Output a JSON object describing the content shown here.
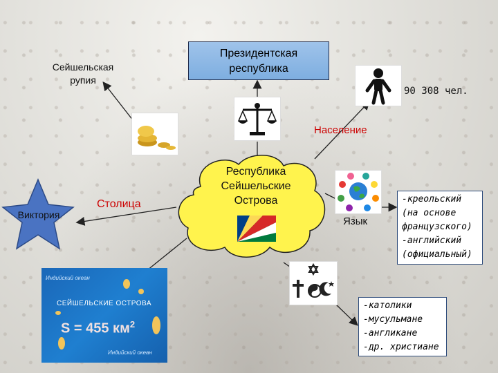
{
  "nodes": {
    "currency": "Сейшельская рупия",
    "government": "Президентская республика",
    "population_count": "90 308 чел.",
    "population_label": "Население",
    "center": "Республика Сейшельские Острова",
    "capital_label": "Столица",
    "capital_name": "Виктория",
    "language_label": "Язык",
    "languages": [
      "-креольский",
      "(на основе",
      "французского)",
      "-английский",
      "(официальный)"
    ],
    "religions": [
      "-католики",
      "-мусульмане",
      "-англикане",
      "-др. христиане"
    ],
    "map_title": "СЕЙШЕЛЬСКИЕ ОСТРОВА",
    "map_ocean_top": "Индийский океан",
    "map_ocean_bottom": "Индийский океан",
    "area_prefix": "S = 455 км",
    "area_sup": "2"
  },
  "colors": {
    "government_box": "#8db8e6",
    "population_label": "#cc0000",
    "capital_label": "#cc0000",
    "cloud_fill": "#fff34d",
    "star_fill": "#4a73c2",
    "map_bg": "#1c6fc2"
  },
  "icons": [
    "scales-icon",
    "coins-icon",
    "person-icon",
    "globe-hands-icon",
    "religion-symbols-icon",
    "seychelles-flag-icon"
  ]
}
